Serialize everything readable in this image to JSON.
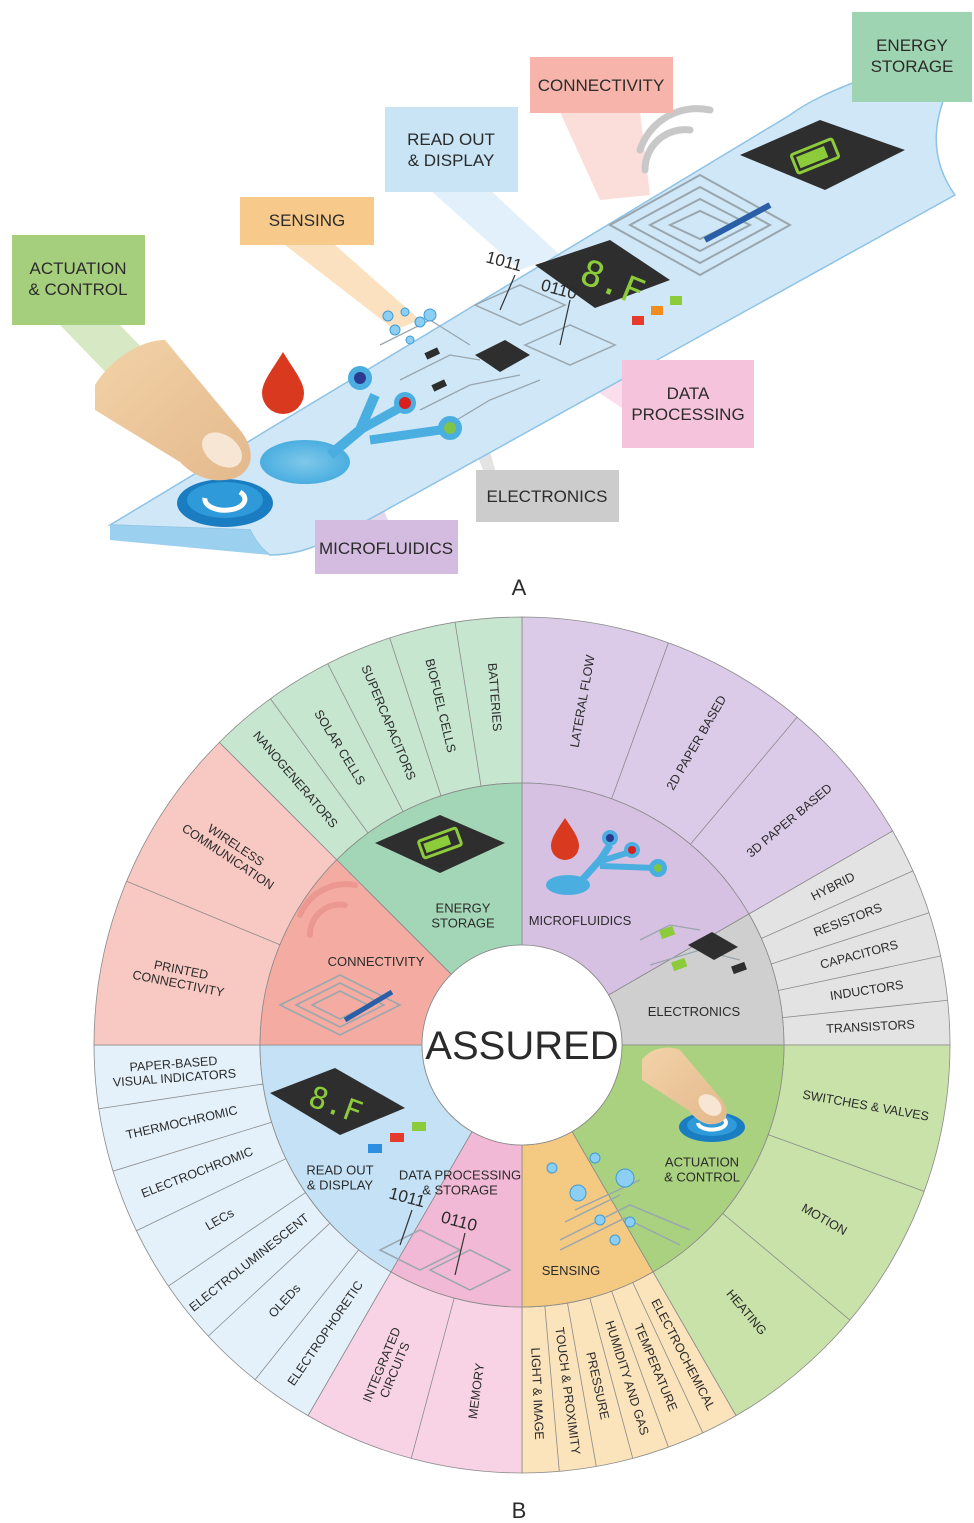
{
  "panel_a": {
    "letter": "A",
    "tags": {
      "actuation": [
        "ACTUATION",
        "& CONTROL"
      ],
      "sensing": [
        "SENSING"
      ],
      "readout": [
        "READ OUT",
        "& DISPLAY"
      ],
      "connectivity": [
        "CONNECTIVITY"
      ],
      "energy": [
        "ENERGY",
        "STORAGE"
      ],
      "data": [
        "DATA",
        "PROCESSING"
      ],
      "electronics": [
        "ELECTRONICS"
      ],
      "microfluidics": [
        "MICROFLUIDICS"
      ]
    },
    "binary": [
      "1011",
      "0110"
    ],
    "display_digits": "8.F",
    "colors": {
      "actuation": "#a6cf7d",
      "sensing": "#f7c98a",
      "readout": "#c9e4f5",
      "connectivity": "#f6b4ab",
      "energy": "#9fd4b2",
      "data": "#f6c3dd",
      "electronics": "#cccccc",
      "microfluidics": "#d4bce0",
      "strip": "#cfe7f7",
      "drop": "#d93a1f"
    }
  },
  "panel_b": {
    "letter": "B",
    "center": "ASSURED",
    "categories": [
      {
        "key": "microfluidics",
        "label": [
          "MICROFLUIDICS"
        ],
        "inner_color": "#d6c1e3",
        "outer_color": "#dccbe8",
        "items": [
          [
            "LATERAL FLOW"
          ],
          [
            "2D PAPER BASED"
          ],
          [
            "3D PAPER BASED"
          ]
        ]
      },
      {
        "key": "electronics",
        "label": [
          "ELECTRONICS"
        ],
        "inner_color": "#cfcfcf",
        "outer_color": "#e3e3e3",
        "items": [
          [
            "HYBRID"
          ],
          [
            "RESISTORS"
          ],
          [
            "CAPACITORS"
          ],
          [
            "INDUCTORS"
          ],
          [
            "TRANSISTORS"
          ]
        ]
      },
      {
        "key": "actuation",
        "label": [
          "ACTUATION",
          "& CONTROL"
        ],
        "inner_color": "#a9d17f",
        "outer_color": "#c8e2a9",
        "items": [
          [
            "SWITCHES & VALVES"
          ],
          [
            "MOTION"
          ],
          [
            "HEATING"
          ]
        ]
      },
      {
        "key": "sensing",
        "label": [
          "SENSING"
        ],
        "inner_color": "#f4c982",
        "outer_color": "#fbe3bb",
        "items": [
          [
            "ELECTROCHEMICAL"
          ],
          [
            "TEMPERATURE"
          ],
          [
            "HUMIDITY AND GAS"
          ],
          [
            "PRESSURE"
          ],
          [
            "TOUCH & PROXIMITY"
          ],
          [
            "LIGHT & IMAGE"
          ]
        ]
      },
      {
        "key": "data",
        "label": [
          "DATA PROCESSING",
          "& STORAGE"
        ],
        "inner_color": "#f2b9d6",
        "outer_color": "#f8d3e6",
        "items": [
          [
            "MEMORY"
          ],
          [
            "INTEGRATED",
            "CIRCUITS"
          ]
        ]
      },
      {
        "key": "readout",
        "label": [
          "READ OUT",
          "& DISPLAY"
        ],
        "inner_color": "#c4e1f5",
        "outer_color": "#e4f1fa",
        "items": [
          [
            "ELECTROPHORETIC"
          ],
          [
            "OLEDs"
          ],
          [
            "ELECTROLUMINESCENT"
          ],
          [
            "LECs"
          ],
          [
            "ELECTROCHROMIC"
          ],
          [
            "THERMOCHROMIC"
          ],
          [
            "PAPER-BASED",
            "VISUAL INDICATORS"
          ]
        ]
      },
      {
        "key": "connectivity",
        "label": [
          "CONNECTIVITY"
        ],
        "inner_color": "#f4aca2",
        "outer_color": "#f8c9c2",
        "items": [
          [
            "PRINTED",
            "CONNECTIVITY"
          ],
          [
            "WIRELESS",
            "COMMUNICATION"
          ]
        ]
      },
      {
        "key": "energy",
        "label": [
          "ENERGY",
          "STORAGE"
        ],
        "inner_color": "#a3d6b6",
        "outer_color": "#c6e6d0",
        "items": [
          [
            "NANOGENERATORS"
          ],
          [
            "SOLAR CELLS"
          ],
          [
            "SUPERCAPACITORS"
          ],
          [
            "BIOFUEL CELLS"
          ],
          [
            "BATTERIES"
          ]
        ]
      }
    ],
    "binary": [
      "1011",
      "0110"
    ],
    "display_digits": "8.F"
  }
}
